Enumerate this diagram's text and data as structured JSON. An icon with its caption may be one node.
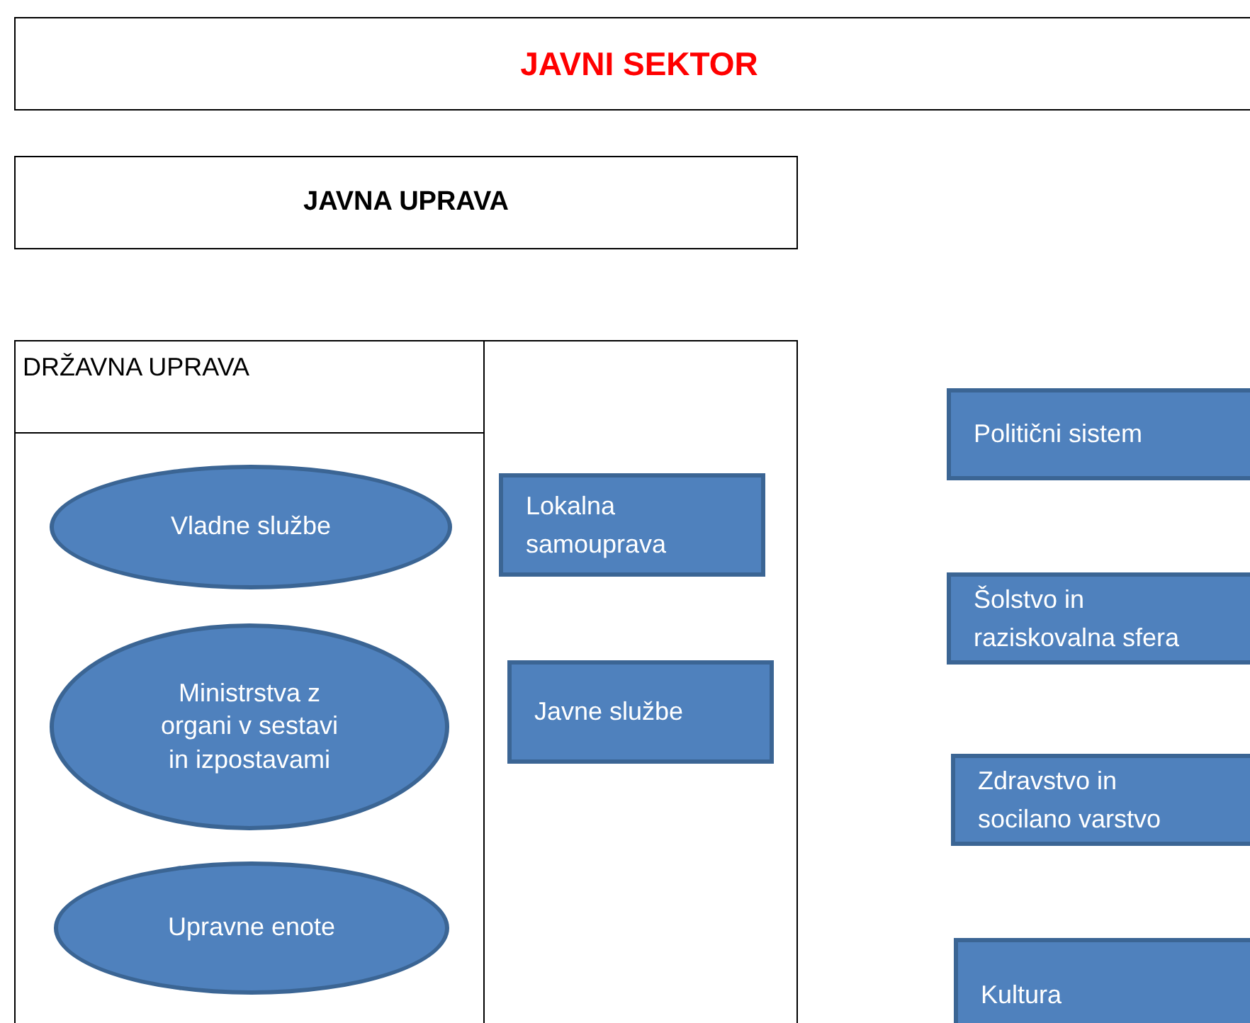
{
  "diagram": {
    "nodes": [
      {
        "text": [
          "JAVNI SEKTOR"
        ]
      },
      {
        "text": [
          "JAVNA UPRAVA"
        ]
      },
      {
        "text": [
          "DRŽAVNA UPRAVA"
        ]
      },
      {
        "text": [
          "Vladne službe"
        ],
        "in": 2
      },
      {
        "text": [
          "Ministrstva z organi v sestavi in izpostavami"
        ],
        "in": 2
      },
      {
        "text": [
          "Upravne enote"
        ],
        "in": 2
      },
      {
        "text": [],
        "shape": "box"
      },
      {
        "text": [
          "Lokalna samouprava"
        ],
        "in": 6
      },
      {
        "text": [
          "Javne službe"
        ],
        "in": 6
      },
      {
        "text": [
          "Politični sistem"
        ]
      },
      {
        "text": [
          "Šolstvo in raziskovalna sfera"
        ]
      },
      {
        "text": [
          "Zdravstvo in socilano varstvo"
        ]
      },
      {
        "text": [
          "Kultura"
        ]
      }
    ]
  }
}
